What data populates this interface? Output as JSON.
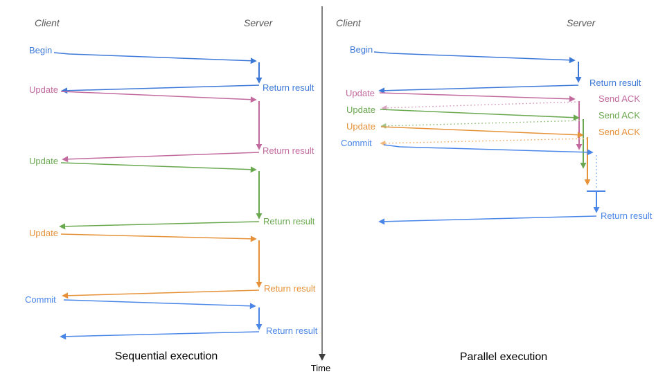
{
  "colors": {
    "blue": "#3c78d8",
    "blue_light": "#4a86e8",
    "pink": "#c2699e",
    "green": "#6aa84f",
    "orange": "#e69138",
    "pink_light": "#d9a6c3",
    "green_light": "#9fc68a",
    "orange_light": "#f1b97c",
    "blue_dotted": "#8ab4f0",
    "header_gray": "#575757",
    "axis_dark": "#3d3d3d",
    "title_black": "#000000"
  },
  "time_axis": {
    "label": "Time"
  },
  "sequential": {
    "title": "Sequential execution",
    "client_label": "Client",
    "server_label": "Server",
    "messages": [
      {
        "label": "Begin",
        "response": "Return result"
      },
      {
        "label": "Update",
        "response": "Return result"
      },
      {
        "label": "Update",
        "response": "Return result"
      },
      {
        "label": "Update",
        "response": "Return result"
      },
      {
        "label": "Commit",
        "response": "Return result"
      }
    ]
  },
  "parallel": {
    "title": "Parallel execution",
    "client_label": "Client",
    "server_label": "Server",
    "messages": [
      {
        "label": "Begin",
        "response": "Return result"
      },
      {
        "label": "Update",
        "response": "Send ACK"
      },
      {
        "label": "Update",
        "response": "Send ACK"
      },
      {
        "label": "Update",
        "response": "Send ACK"
      },
      {
        "label": "Commit",
        "response": "Return result"
      }
    ]
  }
}
